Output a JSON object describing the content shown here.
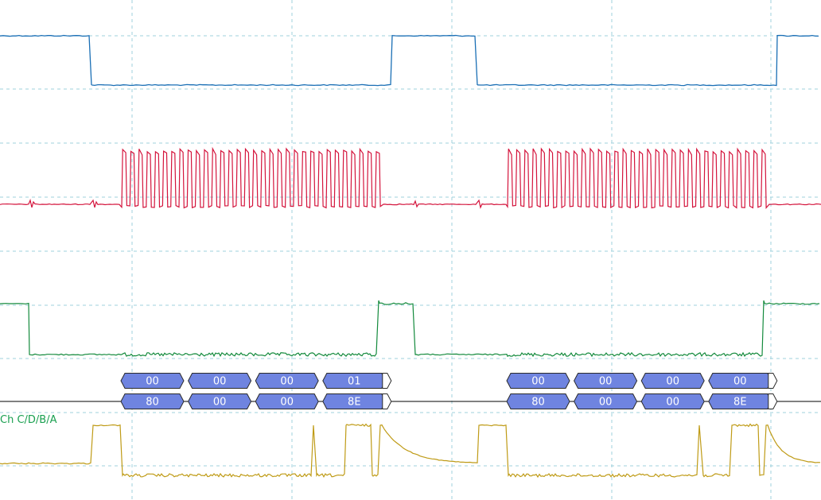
{
  "display": {
    "background": "#ffffff",
    "grid_color": "#9fd0dc",
    "grid": true
  },
  "channel_label": {
    "text": "Ch C/D/B/A",
    "color": "#1aa050"
  },
  "traces": [
    {
      "id": "ch-a",
      "color": "#1a6fb5"
    },
    {
      "id": "ch-b",
      "color": "#d4143c"
    },
    {
      "id": "ch-c",
      "color": "#138a3c"
    },
    {
      "id": "ch-d",
      "color": "#bf9b16"
    }
  ],
  "decode": {
    "fill": "#6f84e0",
    "row_top": [
      {
        "frame": 1,
        "bytes": [
          "00",
          "00",
          "00",
          "01"
        ]
      },
      {
        "frame": 2,
        "bytes": [
          "00",
          "00",
          "00",
          "00"
        ]
      }
    ],
    "row_bottom": [
      {
        "frame": 1,
        "bytes": [
          "80",
          "00",
          "00",
          "8E"
        ]
      },
      {
        "frame": 2,
        "bytes": [
          "80",
          "00",
          "00",
          "8E"
        ]
      }
    ]
  }
}
